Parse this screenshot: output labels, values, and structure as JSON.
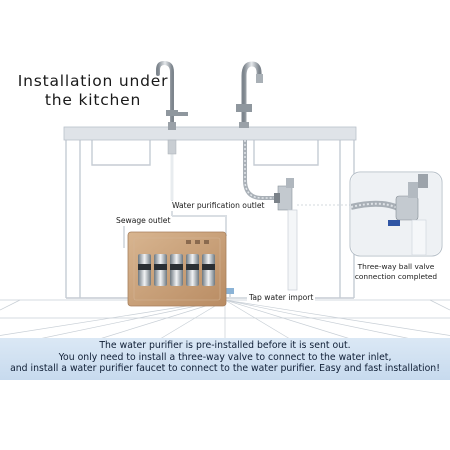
{
  "title_lines": [
    "Installation under",
    "the kitchen"
  ],
  "labels": {
    "water_purification_outlet": "Water purification outlet",
    "sewage_outlet": "Sewage outlet",
    "tap_water_import": "Tap water import"
  },
  "callout_caption_lines": [
    "Three-way ball valve",
    "connection completed"
  ],
  "bottom_lines": [
    "The water purifier is pre-installed before it is sent out.",
    "You only need to install a three-way valve to connect to the water inlet,",
    "and install a water purifier faucet to connect to the water purifier. Easy and fast installation!"
  ],
  "colors": {
    "counter": "#dfe3e8",
    "cabinet_line": "#c5ccd4",
    "purifier_body": "#c9a07a",
    "pipe_white": "#f4f6f8",
    "bottom_band": "#cfe0f2",
    "faucet_metal": "#9aa1a8"
  }
}
